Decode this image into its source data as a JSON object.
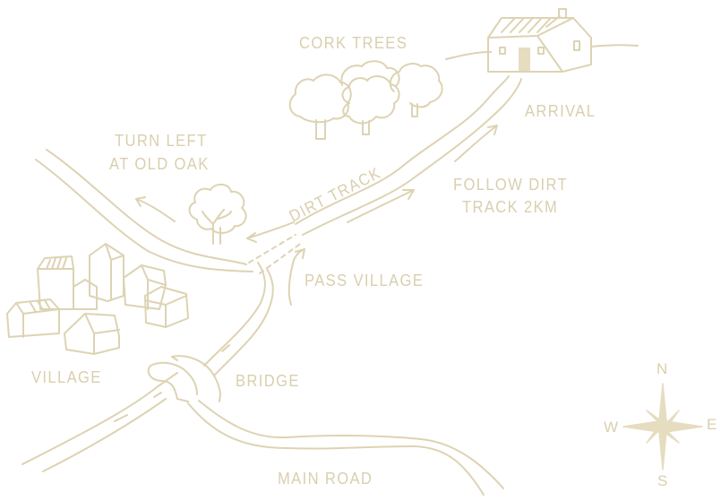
{
  "colors": {
    "ink": "#ddd3b3",
    "ink_text": "#d9cfae",
    "fill": "#e6dcc0",
    "background": "#ffffff"
  },
  "labels": {
    "cork_trees": "CORK TREES",
    "arrival": "ARRIVAL",
    "turn_left_line1": "TURN LEFT",
    "turn_left_line2": "AT OLD OAK",
    "dirt_track": "DIRT TRACK",
    "follow_line1": "FOLLOW DIRT",
    "follow_line2": "TRACK 2KM",
    "pass_village": "PASS VILLAGE",
    "village": "VILLAGE",
    "bridge": "BRIDGE",
    "main_road": "MAIN ROAD"
  },
  "compass": {
    "north": "N",
    "south": "S",
    "east": "E",
    "west": "W"
  },
  "icons": [
    "farmhouse-icon",
    "cork-tree-icon",
    "oak-tree-icon",
    "village-house-icon",
    "bridge-icon",
    "compass-rose-icon",
    "direction-arrow-icon"
  ]
}
